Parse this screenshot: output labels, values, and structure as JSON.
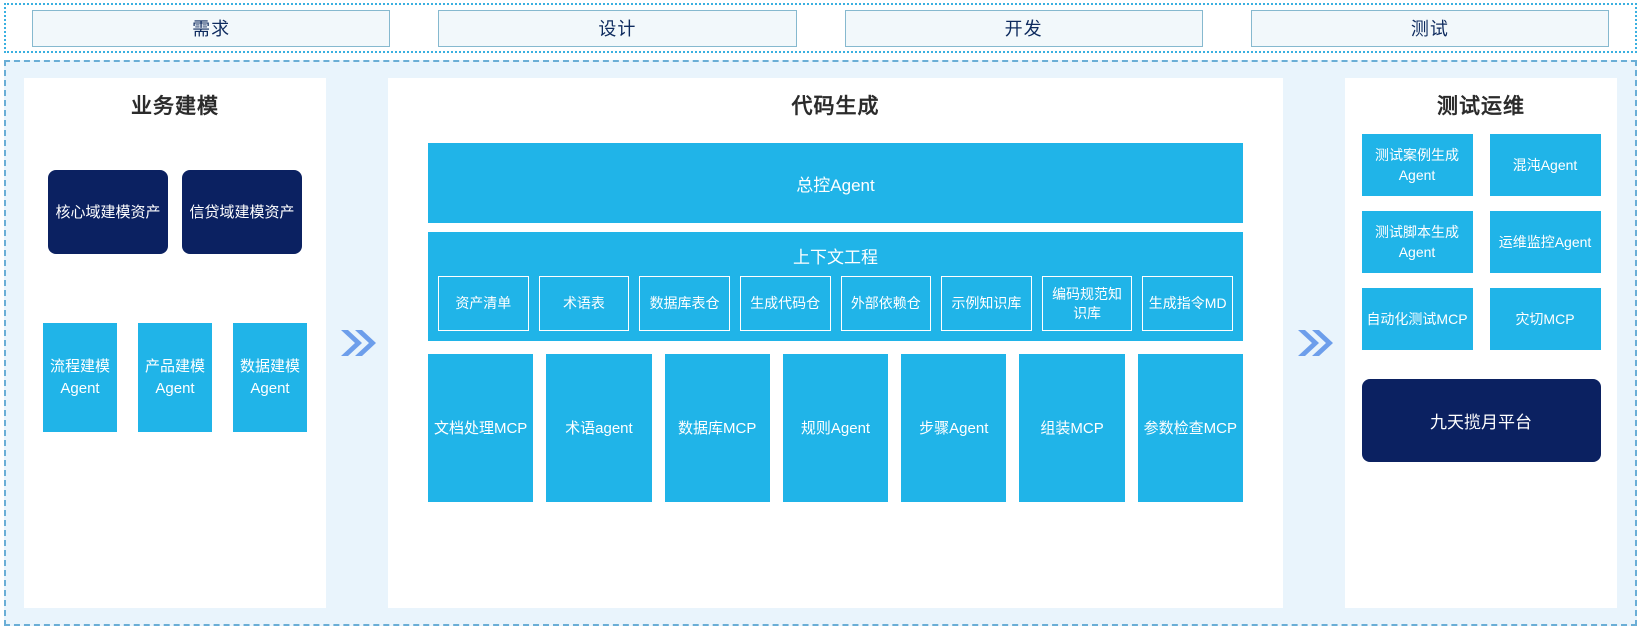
{
  "phases": [
    {
      "label": "需求"
    },
    {
      "label": "设计"
    },
    {
      "label": "开发"
    },
    {
      "label": "测试"
    }
  ],
  "arrows": {
    "glyph": "»",
    "icon_name": "double-chevron-right-icon",
    "color": "#6d9eeb"
  },
  "panels": {
    "business_modeling": {
      "title": "业务建模",
      "assets": [
        {
          "label": "核心域建模资产"
        },
        {
          "label": "信贷域建模资产"
        }
      ],
      "agents": [
        {
          "label": "流程建模Agent"
        },
        {
          "label": "产品建模Agent"
        },
        {
          "label": "数据建模Agent"
        }
      ]
    },
    "code_generation": {
      "title": "代码生成",
      "control_agent": {
        "label": "总控Agent"
      },
      "context_engineering": {
        "title": "上下文工程",
        "items": [
          {
            "label": "资产清单"
          },
          {
            "label": "术语表"
          },
          {
            "label": "数据库表仓"
          },
          {
            "label": "生成代码仓"
          },
          {
            "label": "外部依赖仓"
          },
          {
            "label": "示例知识库"
          },
          {
            "label": "编码规范知识库"
          },
          {
            "label": "生成指令MD"
          }
        ]
      },
      "tools": [
        {
          "label": "文档处理MCP"
        },
        {
          "label": "术语agent"
        },
        {
          "label": "数据库MCP"
        },
        {
          "label": "规则Agent"
        },
        {
          "label": "步骤Agent"
        },
        {
          "label": "组装MCP"
        },
        {
          "label": "参数检查MCP"
        }
      ]
    },
    "test_ops": {
      "title": "测试运维",
      "items": [
        {
          "label": "测试案例生成Agent"
        },
        {
          "label": "混沌Agent"
        },
        {
          "label": "测试脚本生成Agent"
        },
        {
          "label": "运维监控Agent"
        },
        {
          "label": "自动化测试MCP"
        },
        {
          "label": "灾切MCP"
        }
      ],
      "platform": {
        "label": "九天揽月平台"
      }
    }
  },
  "colors": {
    "accent_cyan": "#20b4e8",
    "navy": "#0b2161",
    "arrow_blue": "#6d9eeb",
    "region_bg": "#e9f4fc",
    "phase_border": "#3ab0e0"
  }
}
